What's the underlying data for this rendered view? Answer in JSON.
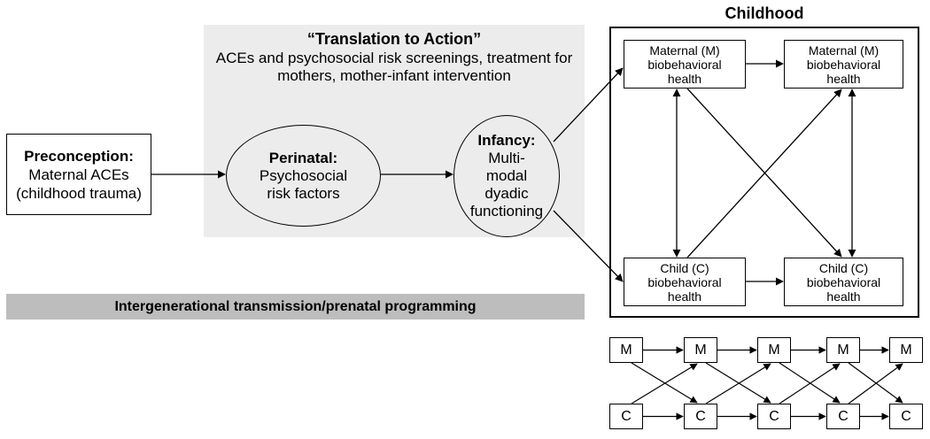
{
  "translation": {
    "title": "“Translation to Action”",
    "body": "ACEs and psychosocial risk screenings, treatment for mothers, mother-infant intervention"
  },
  "preconception": {
    "title": "Preconception:",
    "text": "Maternal ACEs\n(childhood trauma)"
  },
  "perinatal": {
    "title": "Perinatal:",
    "text": "Psychosocial\nrisk factors"
  },
  "infancy": {
    "title": "Infancy:",
    "text": "Multi-\nmodal\ndyadic\nfunctioning"
  },
  "intergenerational_label": "Intergenerational transmission/prenatal programming",
  "childhood": {
    "title": "Childhood",
    "maternal_node": "Maternal (M)\nbiobehavioral\nhealth",
    "child_node": "Child (C)\nbiobehavioral\nhealth"
  },
  "cross_lagged": {
    "m_label": "M",
    "c_label": "C",
    "count": 5
  },
  "colors": {
    "action_bg": "#ececec",
    "bar_bg": "#bdbdbd",
    "stroke": "#000000"
  }
}
